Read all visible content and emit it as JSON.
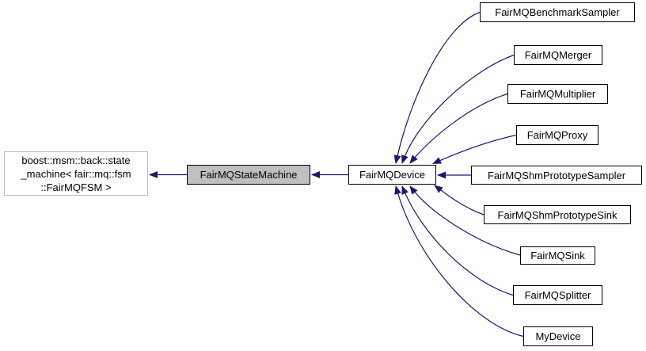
{
  "diagram": {
    "type": "inheritance-graph",
    "current_class": "FairMQStateMachine",
    "arrow_direction": "derived-points-to-base",
    "colors": {
      "arrow": "#191970",
      "node_border": "#000000",
      "node_fill": "#ffffff",
      "selected_node_fill": "#bfbfbf",
      "external_node_border": "#bebebe",
      "text": "#000000",
      "background": "#ffffff"
    },
    "nodes": {
      "boost": {
        "label": "boost::msm::back::state_machine< fair::mq::fsm ::FairMQFSM >",
        "label_lines": [
          "boost::msm::back::state",
          "_machine< fair::mq::fsm",
          "::FairMQFSM >"
        ],
        "role": "external-base-class"
      },
      "sm": {
        "label": "FairMQStateMachine",
        "role": "current-class"
      },
      "device": {
        "label": "FairMQDevice",
        "role": "derived-class"
      },
      "bench": {
        "label": "FairMQBenchmarkSampler",
        "role": "derived-class"
      },
      "merger": {
        "label": "FairMQMerger",
        "role": "derived-class"
      },
      "multiplier": {
        "label": "FairMQMultiplier",
        "role": "derived-class"
      },
      "proxy": {
        "label": "FairMQProxy",
        "role": "derived-class"
      },
      "shmsampler": {
        "label": "FairMQShmPrototypeSampler",
        "role": "derived-class"
      },
      "shmsink": {
        "label": "FairMQShmPrototypeSink",
        "role": "derived-class"
      },
      "sink": {
        "label": "FairMQSink",
        "role": "derived-class"
      },
      "splitter": {
        "label": "FairMQSplitter",
        "role": "derived-class"
      },
      "mydevice": {
        "label": "MyDevice",
        "role": "derived-class"
      }
    },
    "edges": [
      {
        "derived": "FairMQStateMachine",
        "base": "boost::msm::back::state_machine< fair::mq::fsm ::FairMQFSM >"
      },
      {
        "derived": "FairMQDevice",
        "base": "FairMQStateMachine"
      },
      {
        "derived": "FairMQBenchmarkSampler",
        "base": "FairMQDevice"
      },
      {
        "derived": "FairMQMerger",
        "base": "FairMQDevice"
      },
      {
        "derived": "FairMQMultiplier",
        "base": "FairMQDevice"
      },
      {
        "derived": "FairMQProxy",
        "base": "FairMQDevice"
      },
      {
        "derived": "FairMQShmPrototypeSampler",
        "base": "FairMQDevice"
      },
      {
        "derived": "FairMQShmPrototypeSink",
        "base": "FairMQDevice"
      },
      {
        "derived": "FairMQSink",
        "base": "FairMQDevice"
      },
      {
        "derived": "FairMQSplitter",
        "base": "FairMQDevice"
      },
      {
        "derived": "MyDevice",
        "base": "FairMQDevice"
      }
    ]
  }
}
